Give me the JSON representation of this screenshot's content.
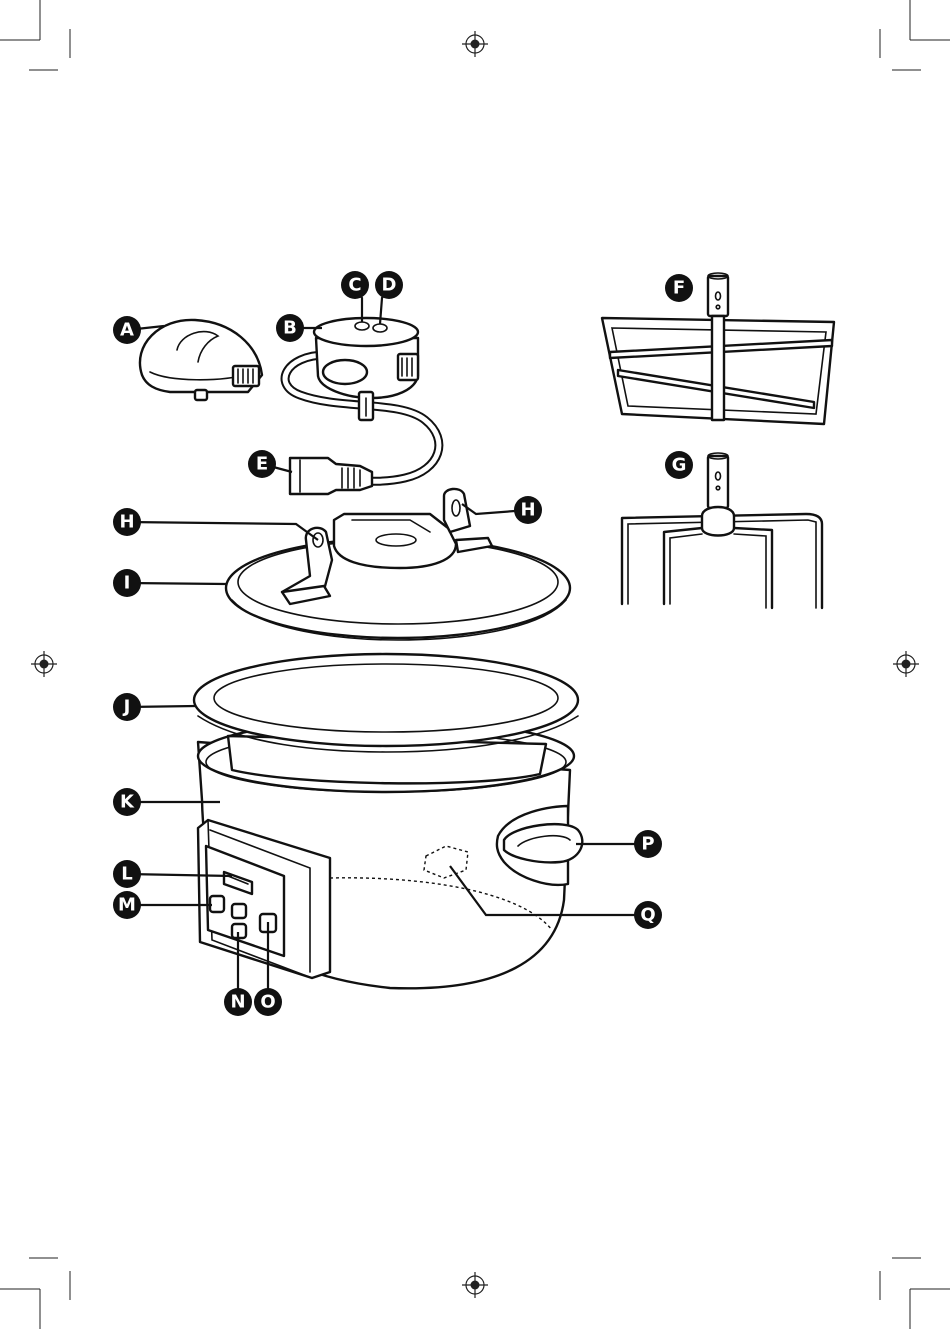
{
  "diagram": {
    "callouts": [
      "A",
      "B",
      "C",
      "D",
      "E",
      "F",
      "G",
      "H",
      "H",
      "I",
      "J",
      "K",
      "L",
      "M",
      "N",
      "O",
      "P",
      "Q"
    ]
  }
}
